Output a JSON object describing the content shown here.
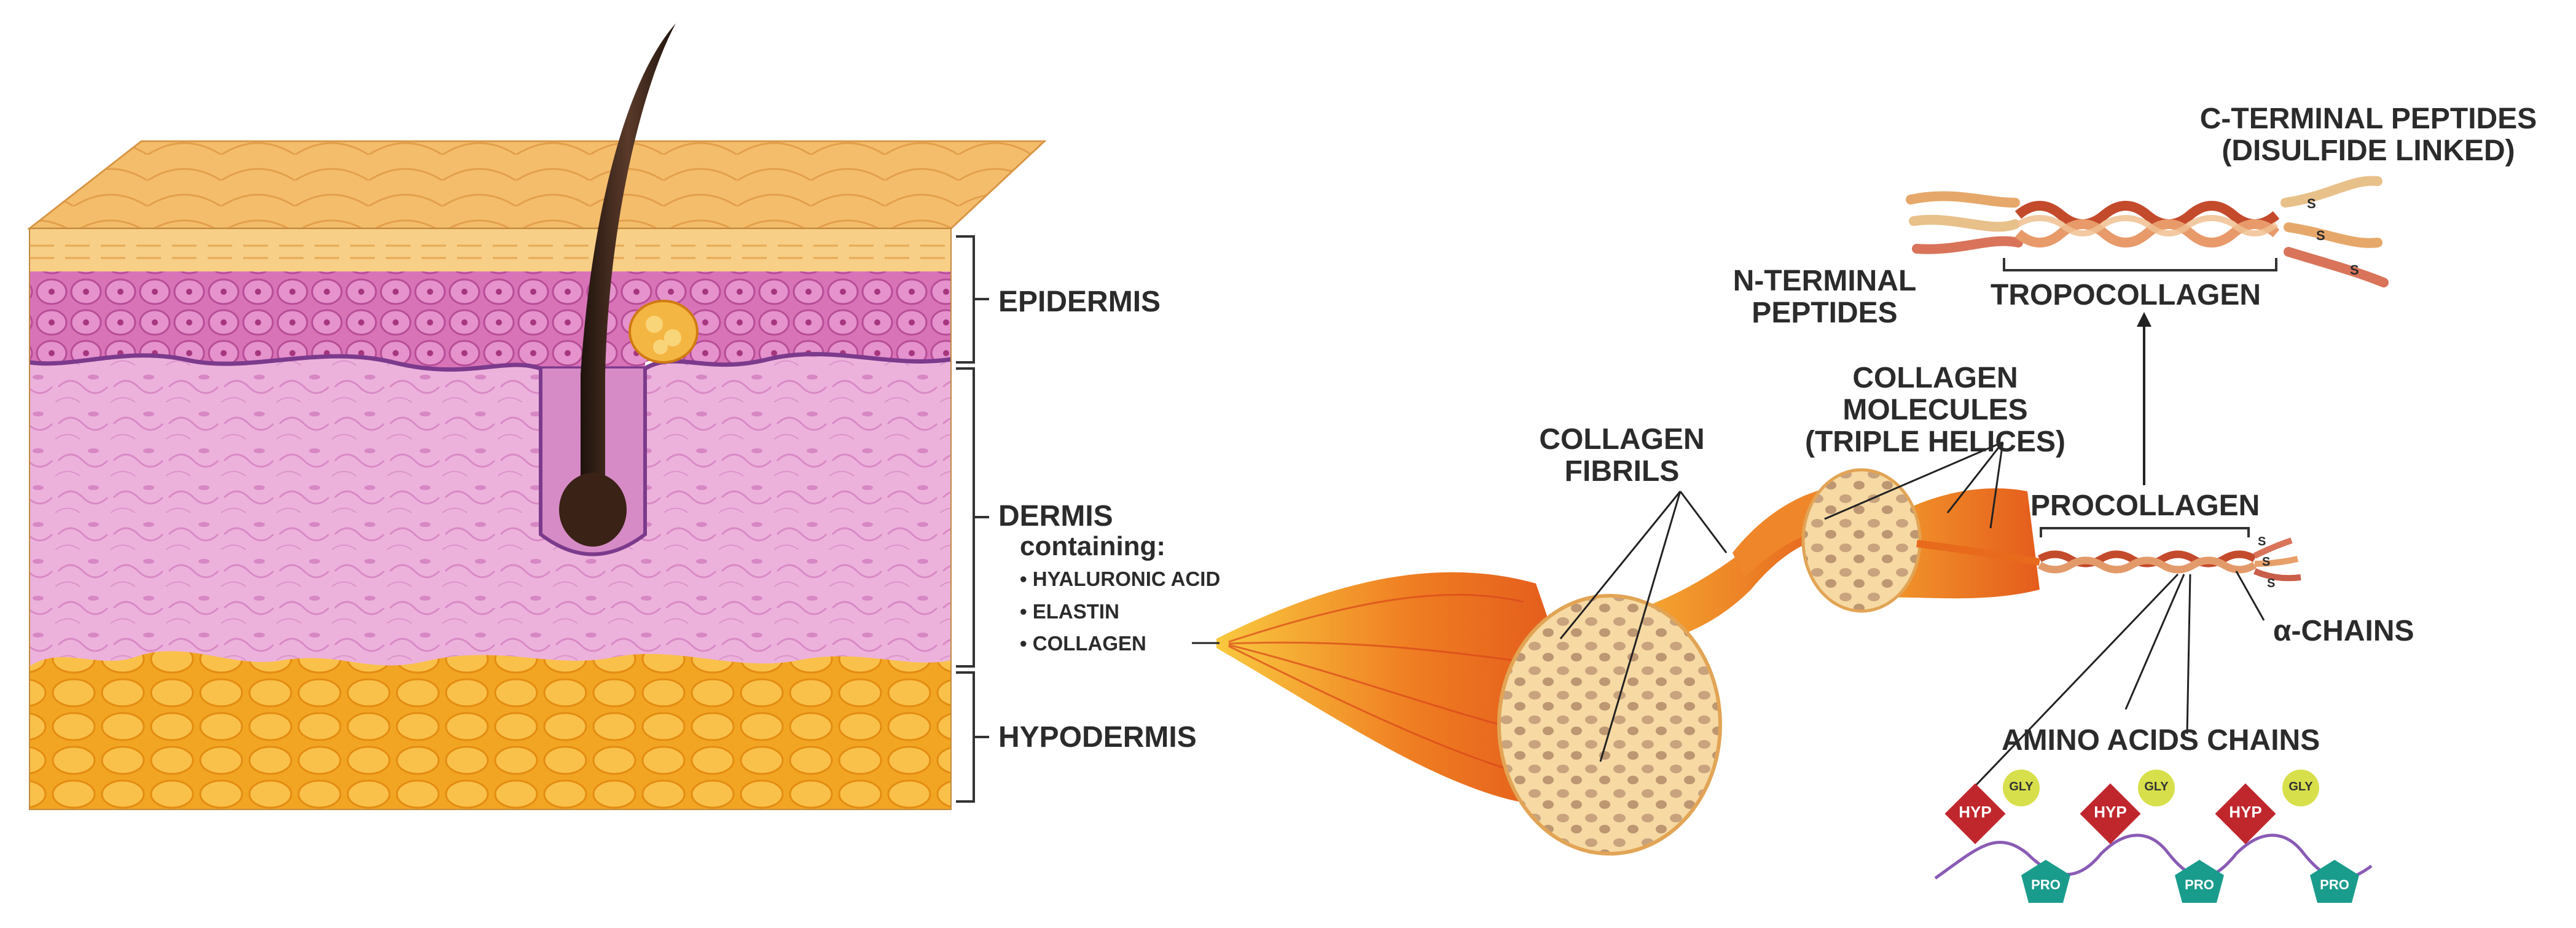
{
  "labels": {
    "epidermis": "EPIDERMIS",
    "dermis": "DERMIS",
    "containing": "containing:",
    "hyaluronic_acid": "HYALURONIC ACID",
    "elastin": "ELASTIN",
    "collagen": "COLLAGEN",
    "hypodermis": "HYPODERMIS",
    "collagen_fibrils_1": "COLLAGEN",
    "collagen_fibrils_2": "FIBRILS",
    "collagen_molecules_1": "COLLAGEN",
    "collagen_molecules_2": "MOLECULES",
    "collagen_molecules_3": "(TRIPLE HELICES)",
    "procollagen": "PROCOLLAGEN",
    "alpha_chains": "α-CHAINS",
    "amino_acids_chains": "AMINO ACIDS CHAINS",
    "tropocollagen": "TROPOCOLLAGEN",
    "n_terminal_1": "N-TERMINAL",
    "n_terminal_2": "PEPTIDES",
    "c_terminal_1": "C-TERMINAL PEPTIDES",
    "c_terminal_2": "(DISULFIDE LINKED)",
    "disulfide": "S"
  },
  "amino_acids": [
    "HYP",
    "GLY",
    "PRO"
  ],
  "colors": {
    "skin_top": "#f2b661",
    "epidermis": "#d86fb8",
    "dermis": "#e9a7d8",
    "hypodermis": "#f5a623",
    "fibril_orange": "#e8601c",
    "fibril_yellow": "#f9c23c",
    "hyp": "#c0272d",
    "gly": "#d7e04a",
    "pro": "#1a9c8c"
  }
}
